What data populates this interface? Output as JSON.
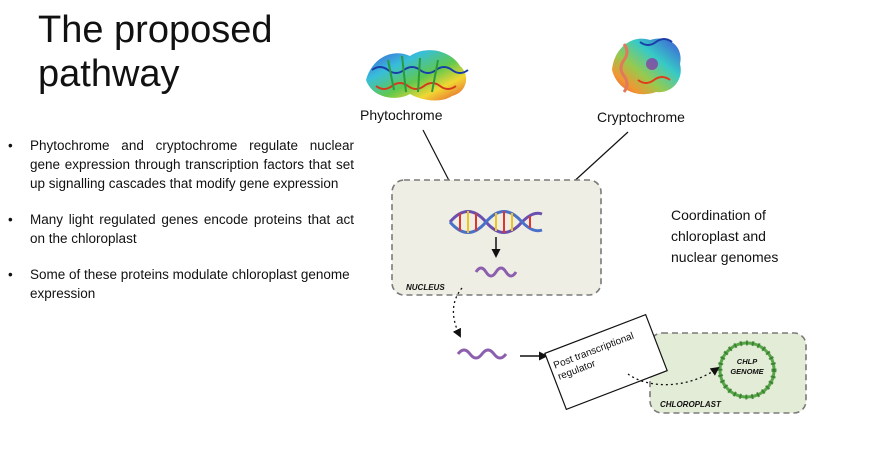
{
  "slide": {
    "title_line1": "The proposed",
    "title_line2": "pathway"
  },
  "bullets": [
    {
      "text": "Phytochrome and cryptochrome regulate nuclear gene expression through transcription factors that set up signalling cascades that modify gene expression"
    },
    {
      "text": "Many light regulated genes encode proteins that act on the chloroplast"
    },
    {
      "text": "Some of these proteins modulate chloroplast genome expression"
    }
  ],
  "diagram": {
    "phytochrome_label": "Phytochrome",
    "cryptochrome_label": "Cryptochrome",
    "nucleus_label": "NUCLEUS",
    "regulator_line1": "Post transcriptional",
    "regulator_line2": "regulator",
    "chloroplast_label": "CHLOROPLAST",
    "genome_line1": "CHLP",
    "genome_line2": "GENOME",
    "coordination_line1": "Coordination of",
    "coordination_line2": "chloroplast and",
    "coordination_line3": "nuclear genomes"
  },
  "colors": {
    "nucleus_fill": "#eeeee4",
    "chloroplast_fill": "#e3ecd6",
    "box_border": "#7a7a7a",
    "mrna": "#8b5fae",
    "genome_ring": "#5aa74a"
  }
}
